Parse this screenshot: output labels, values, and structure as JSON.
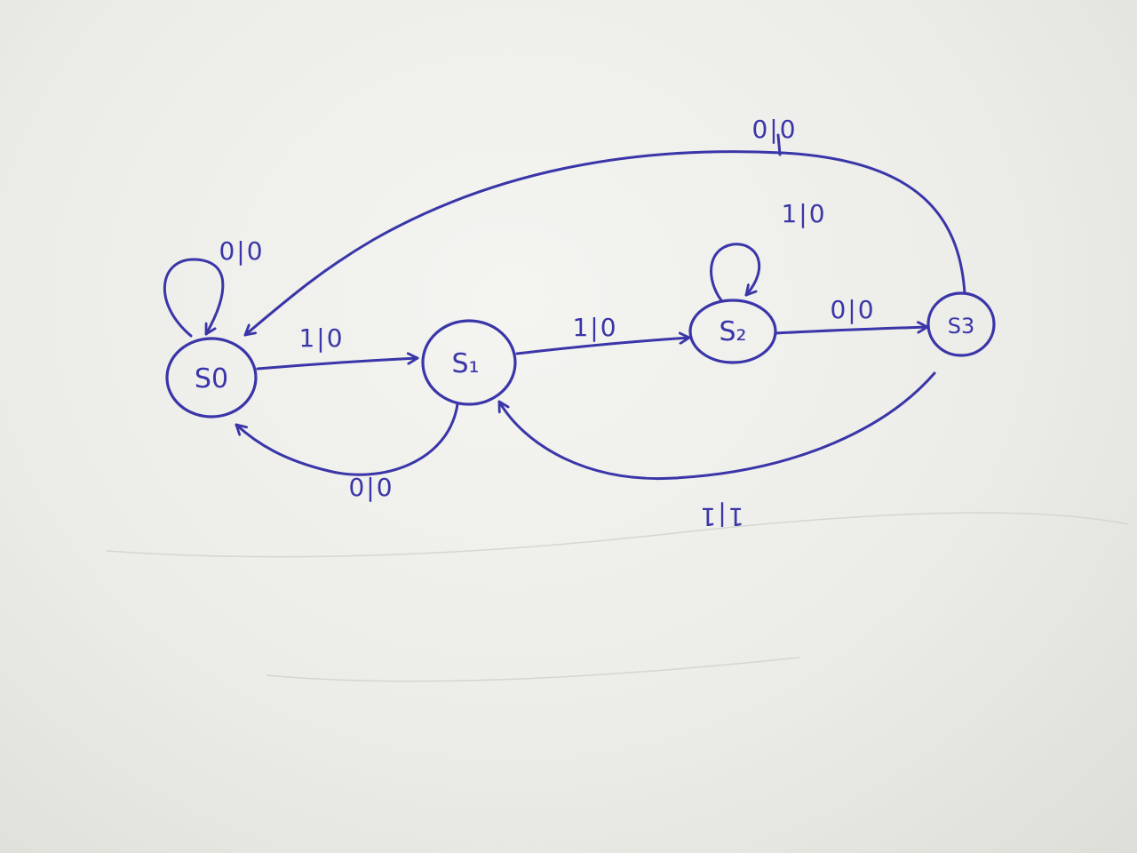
{
  "diagram": {
    "ink_color": "#3a35a8",
    "paper_color": "#ecece8",
    "states": {
      "s0": "S0",
      "s1": "S₁",
      "s2": "S₂",
      "s3": "S3"
    },
    "transitions": {
      "s0_self": "0|0",
      "s0_to_s1": "1|0",
      "s1_to_s0": "0|0",
      "s1_to_s2": "1|0",
      "s2_self": "1|0",
      "s2_to_s3": "0|0",
      "s3_to_s0": "0|0",
      "s3_to_s1": "1|1"
    }
  }
}
